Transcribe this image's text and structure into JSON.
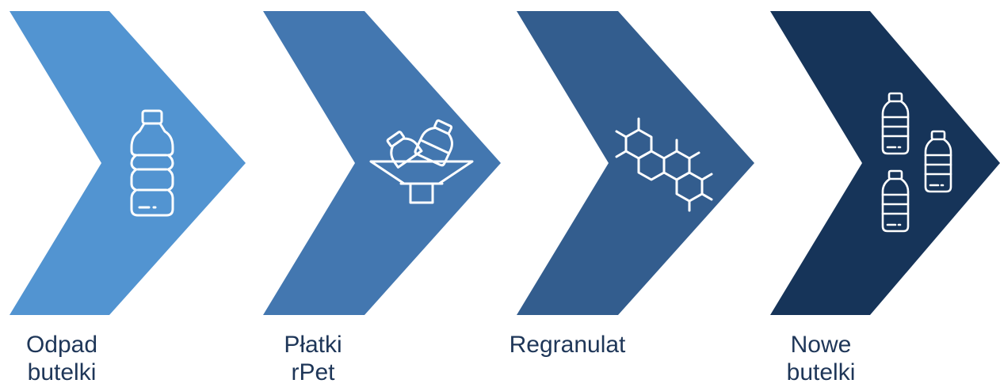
{
  "colors": {
    "step1": "#5294d1",
    "step2": "#4377b0",
    "step3": "#335d8e",
    "step4": "#163459",
    "icon": "#ffffff",
    "label": "#1e3658"
  },
  "steps": [
    {
      "id": "waste-bottles",
      "label_lines": [
        "Odpad",
        "butelki"
      ],
      "icon": "bottle-icon"
    },
    {
      "id": "rpet-flakes",
      "label_lines": [
        "Płatki",
        "rPet"
      ],
      "icon": "funnel-bottles-icon"
    },
    {
      "id": "regranulate",
      "label_lines": [
        "Regranulat"
      ],
      "icon": "molecule-icon"
    },
    {
      "id": "new-bottles",
      "label_lines": [
        "Nowe",
        "butelki"
      ],
      "icon": "three-bottles-icon"
    }
  ]
}
